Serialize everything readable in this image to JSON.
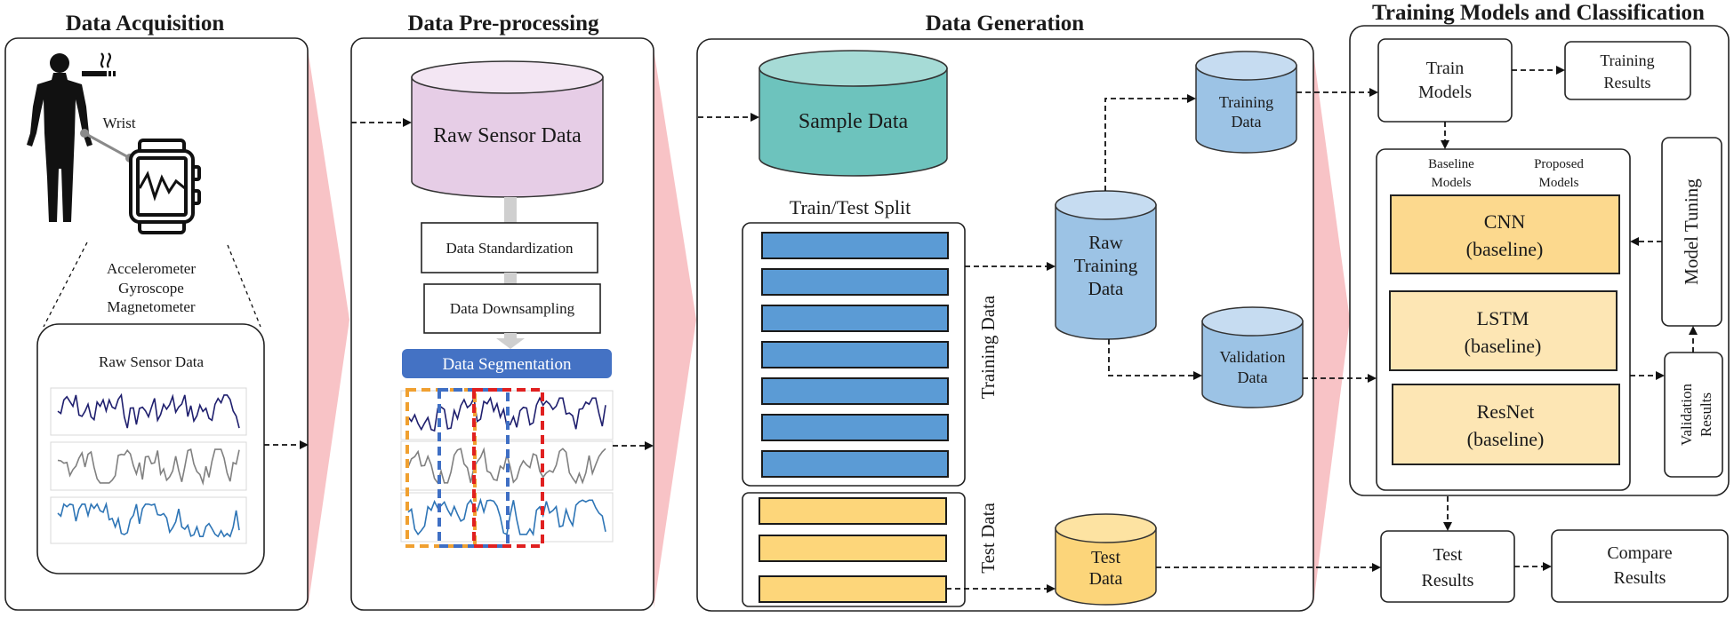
{
  "stages": {
    "acquisition": {
      "title": "Data Acquisition",
      "wrist": "Wrist",
      "sensors": [
        "Accelerometer",
        "Gyroscope",
        "Magnetometer"
      ],
      "raw_sensor_data": "Raw Sensor Data"
    },
    "preprocessing": {
      "title": "Data Pre-processing",
      "raw_sensor_data": "Raw Sensor Data",
      "standardization": "Data Standardization",
      "downsampling": "Data Downsampling",
      "segmentation": "Data Segmentation"
    },
    "generation": {
      "title": "Data Generation",
      "sample_data": "Sample Data",
      "split": "Train/Test Split",
      "training_label": "Training Data",
      "test_label": "Test Data",
      "raw_training": [
        "Raw",
        "Training",
        "Data"
      ],
      "training_data": [
        "Training",
        "Data"
      ],
      "validation_data": [
        "Validation",
        "Data"
      ],
      "test_data": [
        "Test",
        "Data"
      ]
    },
    "training": {
      "title": "Training Models and Classification",
      "train_models": [
        "Train",
        "Models"
      ],
      "training_results": [
        "Training",
        "Results"
      ],
      "baseline_models": [
        "Baseline",
        "Models"
      ],
      "proposed_models": [
        "Proposed",
        "Models"
      ],
      "models": [
        {
          "name": "CNN",
          "tag": "(baseline)"
        },
        {
          "name": "LSTM",
          "tag": "(baseline)"
        },
        {
          "name": "ResNet",
          "tag": "(baseline)"
        }
      ],
      "model_tuning": "Model Tuning",
      "validation_results": [
        "Validation",
        "Results"
      ],
      "test_results": [
        "Test",
        "Results"
      ],
      "compare_results": [
        "Compare",
        "Results"
      ]
    }
  },
  "colors": {
    "funnel": "#f7bcc0",
    "raw_sensor_cylinder": "#e6cde6",
    "sample_cylinder": "#6dc3bd",
    "blue_cylinder": "#9cc3e5",
    "test_cylinder": "#fcd57a",
    "train_bar": "#5b9bd5",
    "test_bar": "#fdd67a",
    "segmentation": "#4472c4",
    "cnn": "#fcd98e",
    "model_box": "#fde6b4"
  }
}
